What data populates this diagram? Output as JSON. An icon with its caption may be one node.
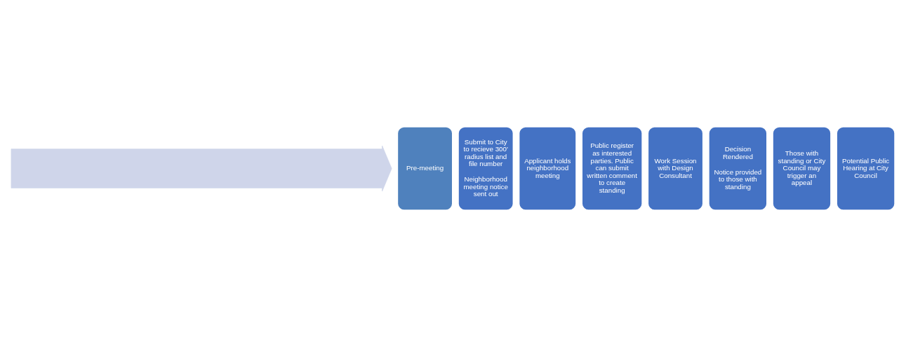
{
  "diagram": {
    "nodes": [
      {
        "text": [],
        "shape": "arrow"
      },
      {
        "text": [
          "Pre-meeting"
        ]
      },
      {
        "text": [
          "Submit to City to recieve 300' radius list and file number",
          "Neighborhood meeting notice sent out"
        ]
      },
      {
        "text": [
          "Applicant holds neighborhood meeting"
        ]
      },
      {
        "text": [
          "Public register as interested parties. Public can submit written comment to create standing"
        ]
      },
      {
        "text": [
          "Work Session with Design Consultant"
        ]
      },
      {
        "text": [
          "Decision Rendered",
          "Notice provided to those with standing"
        ]
      },
      {
        "text": [
          "Those with standing or City Council may trigger an appeal"
        ]
      },
      {
        "text": [
          "Potential Public Hearing at City Council"
        ]
      }
    ],
    "edges": []
  }
}
